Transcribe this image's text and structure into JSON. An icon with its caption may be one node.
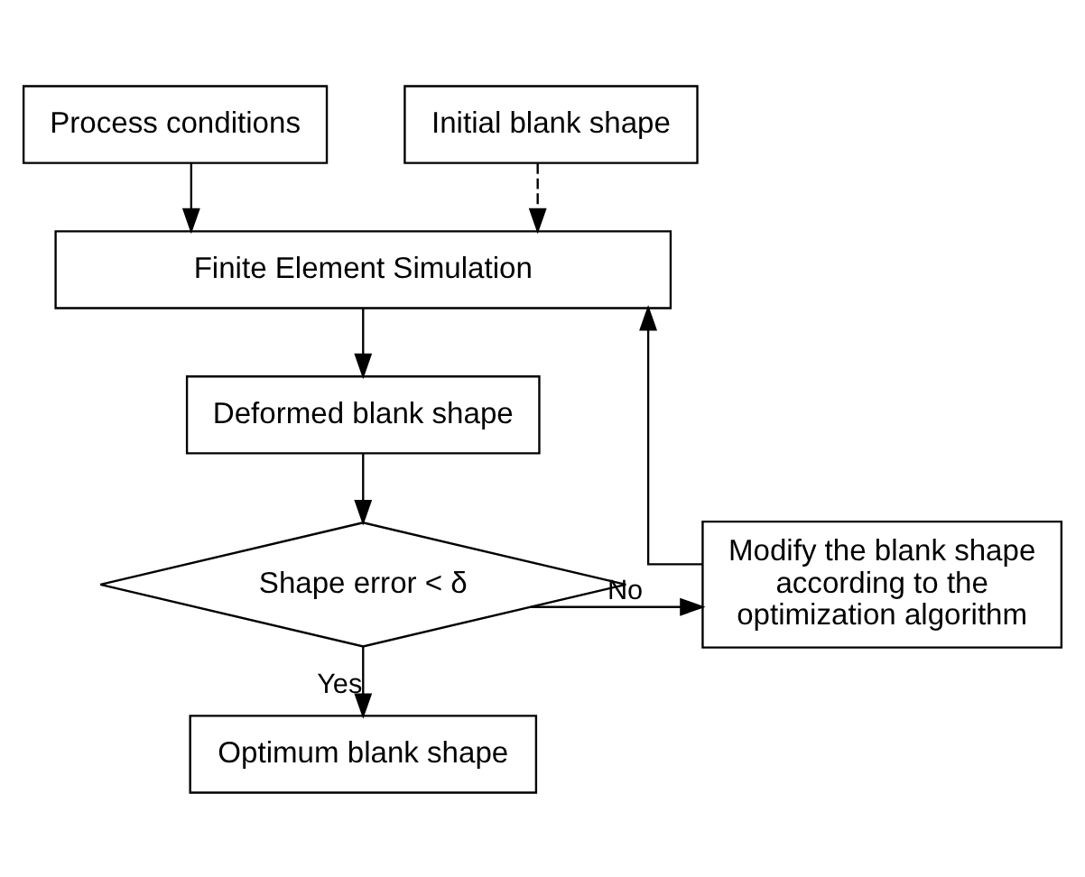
{
  "diagram": {
    "nodes": [
      {
        "text": [
          "Process conditions"
        ]
      },
      {
        "text": [
          "Initial blank shape"
        ]
      },
      {
        "text": [
          "Finite Element Simulation"
        ]
      },
      {
        "text": [
          "Deformed blank shape"
        ]
      },
      {
        "text": [
          "Shape error < δ"
        ]
      },
      {
        "text": [
          "Modify the blank shape according to the optimization algorithm"
        ]
      },
      {
        "text": [
          "Optimum blank shape"
        ]
      }
    ],
    "edges": [
      {
        "from": 0,
        "to": 2,
        "arrow": "to"
      },
      {
        "from": 1,
        "to": 2,
        "arrow": "to",
        "style": "dashed"
      },
      {
        "from": 2,
        "to": 3,
        "arrow": "to"
      },
      {
        "from": 3,
        "to": 4,
        "arrow": "to"
      },
      {
        "from": 4,
        "to": 5,
        "arrow": "to",
        "label": "No"
      },
      {
        "from": 5,
        "to": 2,
        "arrow": "to"
      },
      {
        "from": 4,
        "to": 6,
        "arrow": "to",
        "label": "Yes"
      }
    ]
  }
}
